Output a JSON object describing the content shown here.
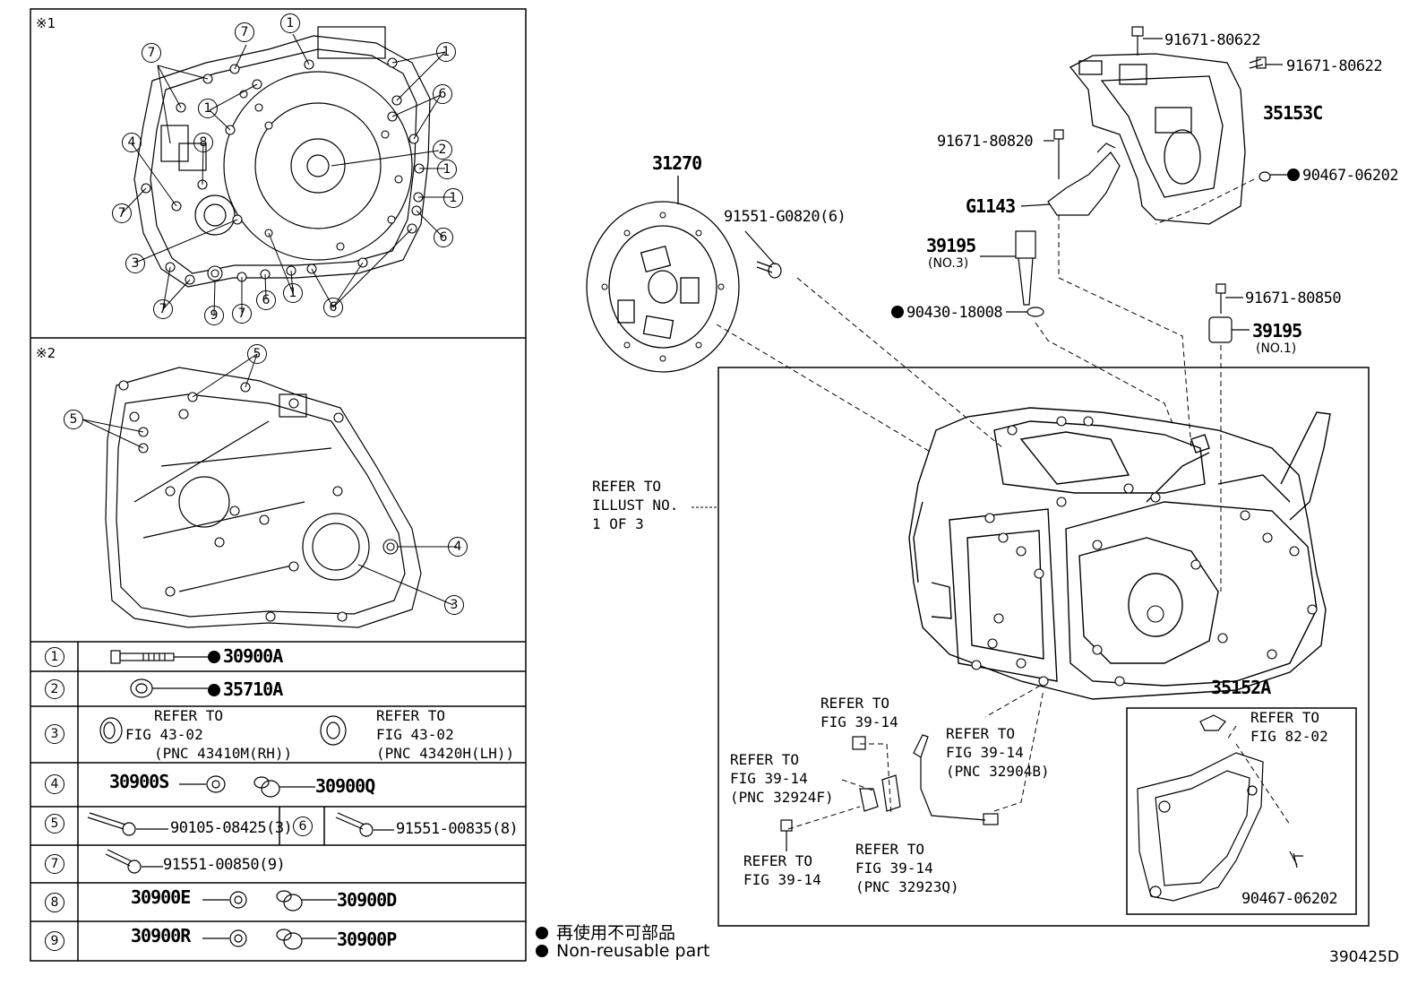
{
  "panel_tags": {
    "p1": "※1",
    "p2": "※2"
  },
  "callouts1": {
    "c1": "7",
    "c2": "7",
    "c3": "1",
    "c4": "1",
    "c5": "1",
    "c6": "6",
    "c7": "4",
    "c8": "8",
    "c9": "2",
    "c10": "1",
    "c11": "7",
    "c12": "1",
    "c13": "3",
    "c14": "6",
    "c15": "7",
    "c16": "9",
    "c17": "7",
    "c18": "6",
    "c19": "1",
    "c20": "6"
  },
  "callouts2": {
    "c1": "5",
    "c2": "5",
    "c3": "4",
    "c4": "3"
  },
  "parts_table": {
    "r1": {
      "num": "1",
      "part": "30900A"
    },
    "r2": {
      "num": "2",
      "part": "35710A"
    },
    "r3": {
      "num": "3",
      "ref_a_l1": "REFER TO",
      "ref_a_l2": "FIG 43-02",
      "ref_a_l3": "(PNC 43410M(RH))",
      "ref_b_l1": "REFER TO",
      "ref_b_l2": "FIG 43-02",
      "ref_b_l3": "(PNC 43420H(LH))"
    },
    "r4": {
      "num": "4",
      "part_a": "30900S",
      "part_b": "30900Q"
    },
    "r5": {
      "num": "5",
      "part": "90105-08425(3)",
      "num6": "6",
      "part6": "91551-00835(8)"
    },
    "r7": {
      "num": "7",
      "part": "91551-00850(9)"
    },
    "r8": {
      "num": "8",
      "part_a": "30900E",
      "part_b": "30900D"
    },
    "r9": {
      "num": "9",
      "part_a": "30900R",
      "part_b": "30900P"
    }
  },
  "labels": {
    "p91671_80622_a": "91671-80622",
    "p91671_80622_b": "91671-80622",
    "p35153C": "35153C",
    "p91671_80820": "91671-80820",
    "p90467_06202_top": "90467-06202",
    "p31270": "31270",
    "p91551_G0820": "91551-G0820(6)",
    "pG1143": "G1143",
    "p39195_no3": "39195",
    "p39195_no3_sub": "(NO.3)",
    "p90430_18008": "90430-18008",
    "p91671_80850": "91671-80850",
    "p39195_no1": "39195",
    "p39195_no1_sub": "(NO.1)",
    "refer_illust_l1": "REFER TO",
    "refer_illust_l2": "ILLUST NO.",
    "refer_illust_l3": "1 OF 3",
    "p35152A": "35152A",
    "refer_fig82_l1": "REFER TO",
    "refer_fig82_l2": "FIG 82-02",
    "p90467_06202_bot": "90467-06202",
    "refer_a_l1": "REFER TO",
    "refer_a_l2": "FIG 39-14",
    "refer_b_l1": "REFER TO",
    "refer_b_l2": "FIG 39-14",
    "refer_b_l3": "(PNC 32924F)",
    "refer_c_l1": "REFER TO",
    "refer_c_l2": "FIG 39-14",
    "refer_c_l3": "(PNC 32904B)",
    "refer_d_l1": "REFER TO",
    "refer_d_l2": "FIG 39-14",
    "refer_e_l1": "REFER TO",
    "refer_e_l2": "FIG 39-14",
    "refer_e_l3": "(PNC 32923Q)"
  },
  "legend": {
    "jp": "再使用不可部品",
    "en": "Non-reusable part"
  },
  "diagram_id": "390425D"
}
